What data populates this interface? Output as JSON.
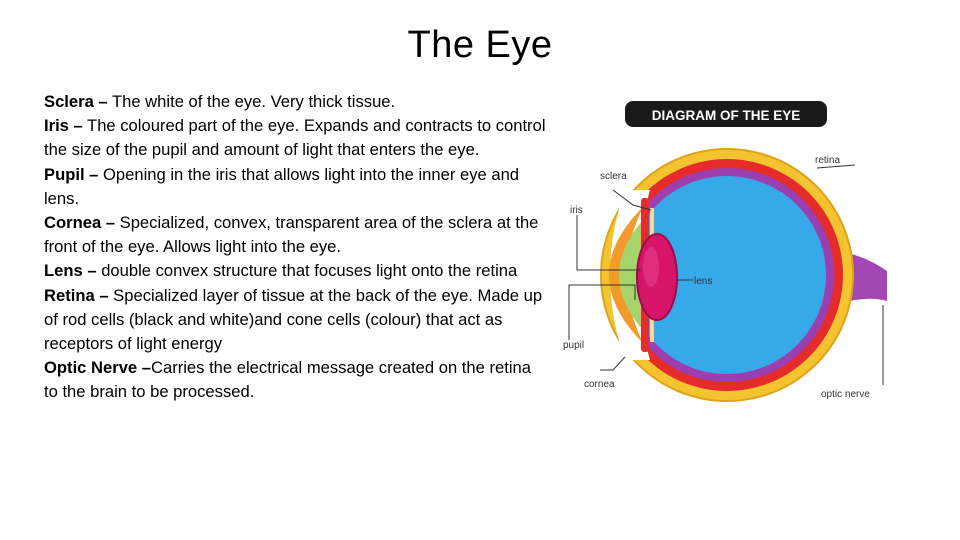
{
  "title": "The Eye",
  "definitions": [
    {
      "term": "Sclera –",
      "text": " The white of the eye. Very thick tissue."
    },
    {
      "term": "Iris –",
      "text": " The coloured part of the eye. Expands and contracts to control the size of the pupil and amount of light that enters the eye."
    },
    {
      "term": "Pupil –",
      "text": " Opening in the iris that allows light into the  inner eye and lens."
    },
    {
      "term": "Cornea –",
      "text": " Specialized, convex, transparent area of the sclera at the front of the eye. Allows light into the eye."
    },
    {
      "term": "Lens –",
      "text": " double convex structure that focuses light onto the retina"
    },
    {
      "term": "Retina –",
      "text": " Specialized layer of tissue at the back of the eye. Made up of rod cells (black and white)and cone cells (colour) that act as receptors of light energy"
    },
    {
      "term": "Optic Nerve –",
      "text": "Carries the electrical message created on the retina to the brain to be processed."
    }
  ],
  "diagram": {
    "heading": "DIAGRAM OF THE EYE",
    "labels": {
      "sclera": "sclera",
      "iris": "iris",
      "pupil": "pupil",
      "cornea": "cornea",
      "retina": "retina",
      "lens": "lens",
      "optic_nerve": "optic nerve"
    }
  }
}
